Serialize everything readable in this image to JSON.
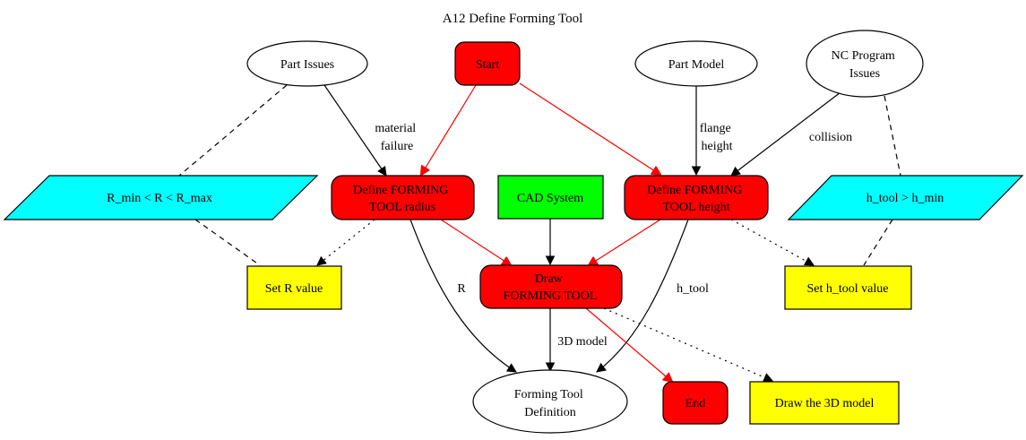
{
  "title": "A12 Define Forming Tool",
  "colors": {
    "process": "#ff0000",
    "resource": "#00ff00",
    "constraint": "#00ffff",
    "output": "#ffff00",
    "flow": "#ff0000",
    "link": "#000000"
  },
  "nodes": {
    "part_issues": {
      "label": [
        "Part Issues"
      ]
    },
    "start": {
      "label": [
        "Start"
      ]
    },
    "part_model": {
      "label": [
        "Part Model"
      ]
    },
    "nc_program_issues": {
      "label": [
        "NC Program",
        "Issues"
      ]
    },
    "r_constraint": {
      "label": [
        "R_min < R < R_max"
      ]
    },
    "define_radius": {
      "label": [
        "Define FORMING",
        "TOOL radius"
      ]
    },
    "cad_system": {
      "label": [
        "CAD System"
      ]
    },
    "define_height": {
      "label": [
        "Define FORMING",
        "TOOL height"
      ]
    },
    "h_constraint": {
      "label": [
        "h_tool > h_min"
      ]
    },
    "set_r_value": {
      "label": [
        "Set R value"
      ]
    },
    "draw_tool": {
      "label": [
        "Draw",
        "FORMING TOOL"
      ]
    },
    "set_h_value": {
      "label": [
        "Set h_tool value"
      ]
    },
    "forming_tool_definition": {
      "label": [
        "Forming Tool",
        "Definition"
      ]
    },
    "end": {
      "label": [
        "End"
      ]
    },
    "draw_3d_model": {
      "label": [
        "Draw the 3D model"
      ]
    }
  },
  "edge_labels": {
    "material_failure": [
      "material",
      "failure"
    ],
    "flange_height": [
      "flange",
      "height"
    ],
    "collision": [
      "collision"
    ],
    "r": [
      "R"
    ],
    "h_tool": [
      "h_tool"
    ],
    "model_3d": [
      "3D model"
    ]
  }
}
